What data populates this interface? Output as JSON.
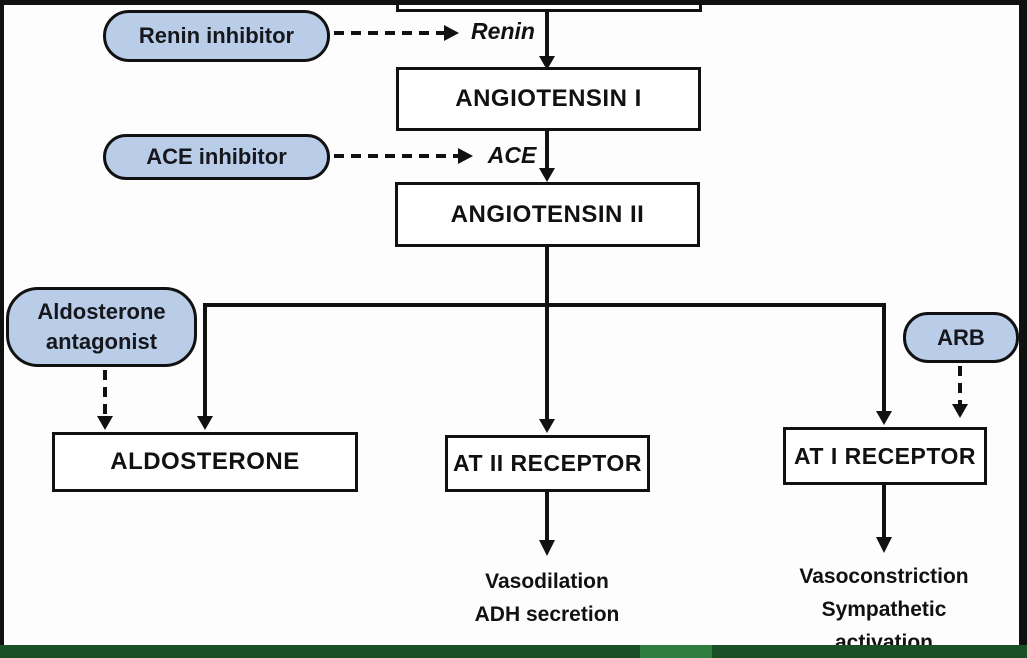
{
  "diagram": {
    "nodes": {
      "angiotensin_i": "ANGIOTENSIN I",
      "angiotensin_ii": "ANGIOTENSIN II",
      "aldosterone": "ALDOSTERONE",
      "at_ii_receptor": "AT II RECEPTOR",
      "at_i_receptor": "AT I RECEPTOR"
    },
    "inhibitors": {
      "renin_inhibitor": "Renin inhibitor",
      "ace_inhibitor": "ACE inhibitor",
      "aldosterone_antagonist": {
        "line1": "Aldosterone",
        "line2": "antagonist"
      },
      "arb": "ARB"
    },
    "enzymes": {
      "renin": "Renin",
      "ace": "ACE"
    },
    "effects": {
      "at_ii_receptor": {
        "line1": "Vasodilation",
        "line2": "ADH secretion"
      },
      "at_i_receptor": {
        "line1": "Vasoconstriction",
        "line2": "Sympathetic",
        "line3": "activation"
      }
    },
    "colors": {
      "pill_fill": "#b9cde8",
      "node_fill": "#ffffff",
      "line": "#111111",
      "frame": "#111111",
      "bottom_bar": "#1b4f26",
      "bottom_bar_accent": "#2f7d3f",
      "background": "#fdfdfd"
    }
  }
}
